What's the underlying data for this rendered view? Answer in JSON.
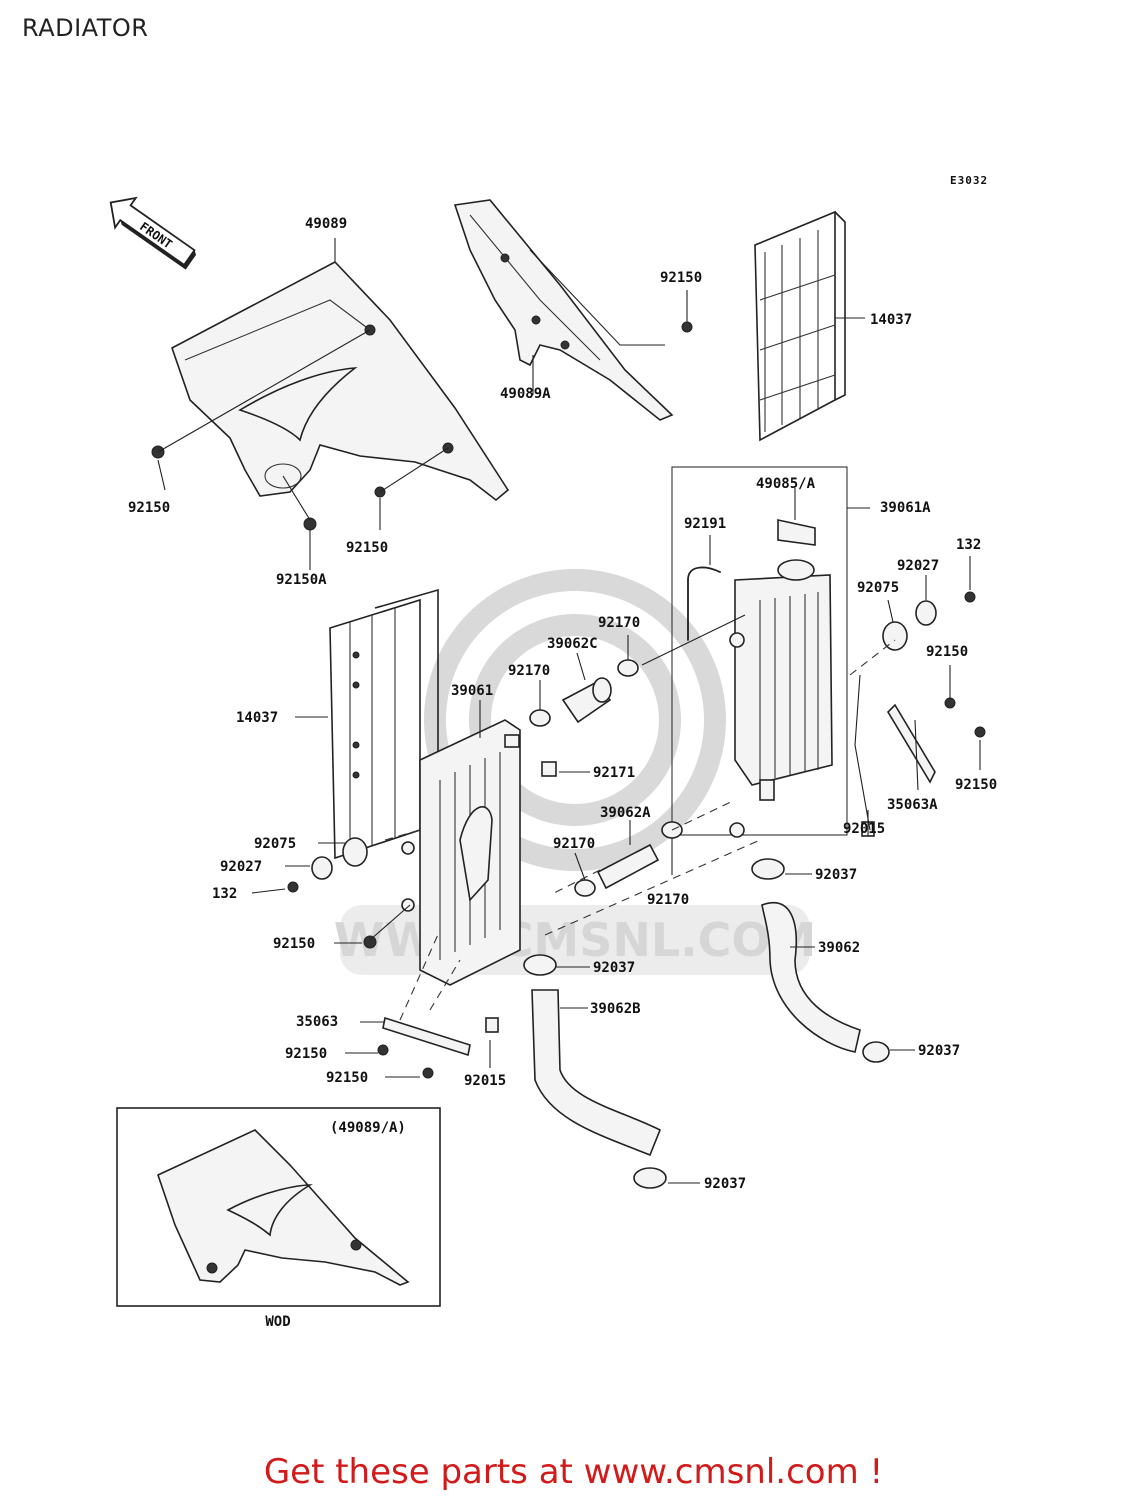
{
  "title": "RADIATOR",
  "diagram_code": "E3032",
  "front_arrow_label": "FRONT",
  "watermark": "WWW.CMSNL.COM",
  "inset": {
    "label": "(49089/A)",
    "caption": "WOD"
  },
  "labels": {
    "l_49089": "49089",
    "l_49089a": "49089A",
    "l_92150_a": "92150",
    "l_14037_r": "14037",
    "l_92150_b": "92150",
    "l_92150a": "92150A",
    "l_92150_c": "92150",
    "l_49085a": "49085/A",
    "l_39061a": "39061A",
    "l_92191": "92191",
    "l_132_r": "132",
    "l_92027_r": "92027",
    "l_92075_r": "92075",
    "l_92170_a": "92170",
    "l_39062c": "39062C",
    "l_92150_d": "92150",
    "l_92170_b": "92170",
    "l_39061": "39061",
    "l_14037_l": "14037",
    "l_92171": "92171",
    "l_92150_e": "92150",
    "l_35063a": "35063A",
    "l_92015_r": "92015",
    "l_39062a": "39062A",
    "l_92075_l": "92075",
    "l_92170_c": "92170",
    "l_92027_l": "92027",
    "l_92037_a": "92037",
    "l_132_l": "132",
    "l_92170_d": "92170",
    "l_92150_f": "92150",
    "l_39062": "39062",
    "l_92037_b": "92037",
    "l_35063": "35063",
    "l_39062b": "39062B",
    "l_92150_g": "92150",
    "l_92037_c": "92037",
    "l_92150_h": "92150",
    "l_92015_l": "92015",
    "l_92037_d": "92037"
  },
  "footer": "Get these parts at www.cmsnl.com !"
}
